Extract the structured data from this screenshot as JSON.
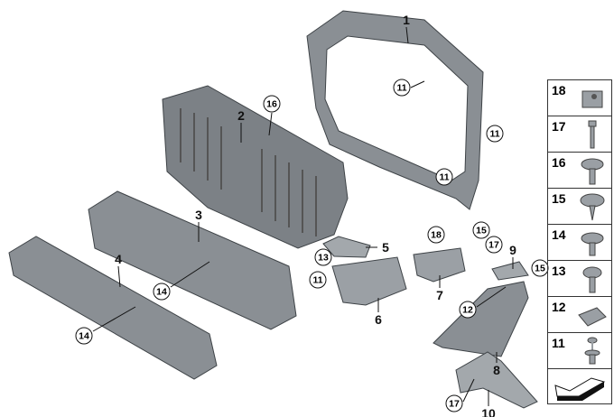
{
  "part_labels": [
    "1",
    "2",
    "3",
    "4",
    "5",
    "6",
    "7",
    "8",
    "9",
    "10"
  ],
  "callouts": [
    "11",
    "16",
    "11",
    "11",
    "18",
    "15",
    "17",
    "15",
    "13",
    "11",
    "14",
    "12",
    "14",
    "17"
  ],
  "legend": {
    "items": [
      "18",
      "17",
      "16",
      "15",
      "14",
      "13",
      "12",
      "11"
    ],
    "arrow_icon": "direction-arrow-icon"
  },
  "colors": {
    "part": "#8a8f94",
    "part_dark": "#4d5257",
    "part_light": "#b9bdc1"
  }
}
